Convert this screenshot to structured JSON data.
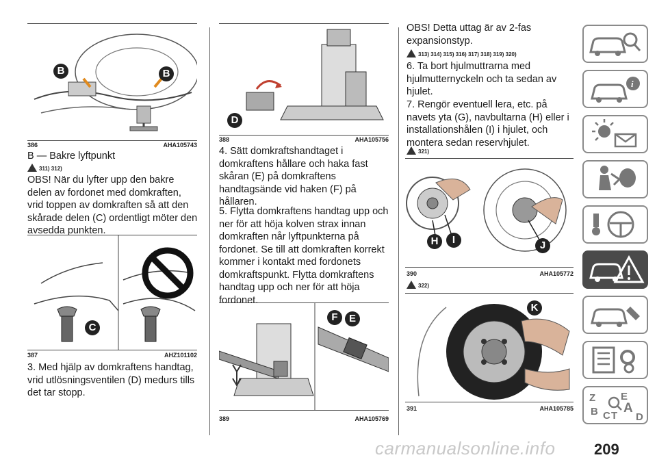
{
  "col1": {
    "fig386": {
      "number": "386",
      "code": "AHA105743",
      "label_b1": "B",
      "label_b2": "B"
    },
    "caption_b": "B — Bakre lyftpunkt",
    "warn1": "311) 312)",
    "para1": "OBS! När du lyfter upp den bakre delen av fordonet med domkraften, vrid toppen av domkraften så att den skårade delen (C) ordentligt möter den avsedda punkten.",
    "fig387": {
      "number": "387",
      "code": "AHZ101102",
      "label_c": "C"
    },
    "para2": "3. Med hjälp av domkraftens handtag, vrid utlösningsventilen (D) medurs tills det tar stopp."
  },
  "col2": {
    "fig388": {
      "number": "388",
      "code": "AHA105756",
      "label_d": "D"
    },
    "para4": "4. Sätt domkraftshandtaget i domkraftens hållare och haka fast skåran (E) på domkraftens handtagsände vid haken (F) på hållaren.",
    "para5": "5. Flytta domkraftens handtag upp och ner för att höja kolven strax innan domkraften når lyftpunkterna på fordonet. Se till att domkraften korrekt kommer i kontakt med fordonets domkraftspunkt. Flytta domkraftens handtag upp och ner för att höja fordonet.",
    "fig389": {
      "number": "389",
      "code": "AHA105769",
      "label_f": "F",
      "label_e": "E"
    }
  },
  "col3": {
    "para_obs": "OBS! Detta uttag är av 2-fas expansionstyp.",
    "warn2": "313) 314) 315) 316) 317) 318) 319) 320)",
    "para6": "6. Ta bort hjulmuttrarna med hjulmutternyckeln och ta sedan av hjulet.",
    "para7": "7. Rengör eventuell lera, etc. på navets yta (G), navbultarna (H) eller i installationshålen (I) i hjulet, och montera sedan reservhjulet.",
    "warn3": "321)",
    "fig390": {
      "number": "390",
      "code": "AHA105772",
      "label_h": "H",
      "label_i": "I",
      "label_j": "J"
    },
    "warn4": "322)",
    "fig391": {
      "number": "391",
      "code": "AHA105785",
      "label_k": "K"
    }
  },
  "sidebar": {
    "tabs": [
      {
        "icon": "car-search-icon"
      },
      {
        "icon": "car-info-icon"
      },
      {
        "icon": "warning-lights-message-icon"
      },
      {
        "icon": "seat-airbag-icon"
      },
      {
        "icon": "steering-wheel-key-icon"
      },
      {
        "icon": "car-breakdown-warning-icon",
        "active": true
      },
      {
        "icon": "car-maintenance-icon"
      },
      {
        "icon": "technical-data-gear-icon"
      },
      {
        "icon": "alphabetical-index-icon",
        "letters": [
          "Z",
          "E",
          "B",
          "A",
          "C",
          "T",
          "D"
        ]
      }
    ]
  },
  "page_number": "209",
  "watermark": "carmanualsonline.info",
  "colors": {
    "text": "#1a1a1a",
    "active_tab": "#4a4a4a",
    "tab_border": "#8a8a8a"
  }
}
